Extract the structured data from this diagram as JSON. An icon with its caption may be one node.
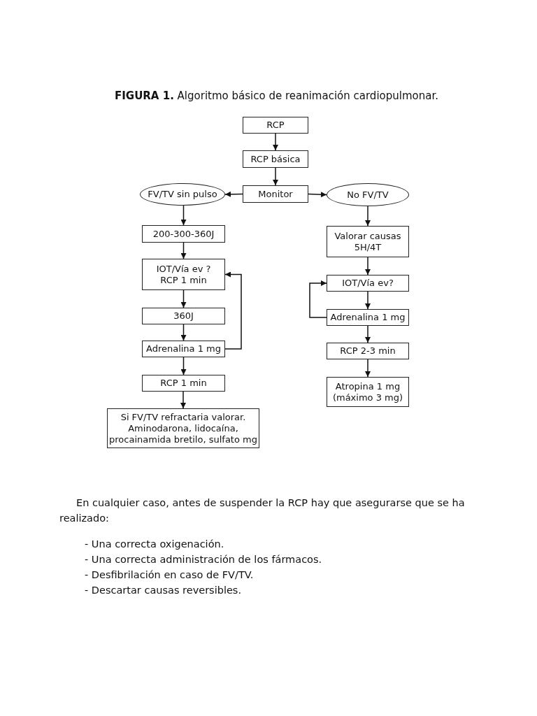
{
  "diagram": {
    "title": "**FIGURA 1.** Algoritmo básico de reanimación cardiopulmonar.",
    "nodes": [
      {
        "text": [
          "RCP"
        ]
      },
      {
        "text": [
          "RCP básica"
        ]
      },
      {
        "text": [
          "Monitor"
        ]
      },
      {
        "text": [
          "FV/TV sin pulso"
        ]
      },
      {
        "text": [
          "No FV/TV"
        ]
      },
      {
        "text": [
          "200-300-360J"
        ]
      },
      {
        "text": [
          "IOT/Vía ev ?",
          "RCP 1 min"
        ]
      },
      {
        "text": [
          "360J"
        ]
      },
      {
        "text": [
          "Adrenalina 1 mg"
        ]
      },
      {
        "text": [
          "RCP 1 min"
        ]
      },
      {
        "text": [
          "Si FV/TV refractaria valorar. Aminodarona, lidocaína, procainamida bretilo, sulfato mg"
        ]
      },
      {
        "text": [
          "Valorar causas 5H/4T"
        ]
      },
      {
        "text": [
          "IOT/Vía ev?"
        ]
      },
      {
        "text": [
          "Adrenalina 1 mg"
        ]
      },
      {
        "text": [
          "RCP 2-3 min"
        ]
      },
      {
        "text": [
          "Atropina 1 mg (máximo 3 mg)"
        ]
      }
    ],
    "edges": [
      {
        "from": 0,
        "to": 1,
        "arrow": "to"
      },
      {
        "from": 1,
        "to": 2,
        "arrow": "to"
      },
      {
        "from": 2,
        "to": 3,
        "arrow": "to"
      },
      {
        "from": 2,
        "to": 4,
        "arrow": "to"
      },
      {
        "from": 3,
        "to": 5,
        "arrow": "to"
      },
      {
        "from": 5,
        "to": 6,
        "arrow": "to"
      },
      {
        "from": 6,
        "to": 7,
        "arrow": "to"
      },
      {
        "from": 7,
        "to": 8,
        "arrow": "to"
      },
      {
        "from": 8,
        "to": 9,
        "arrow": "to"
      },
      {
        "from": 9,
        "to": 10,
        "arrow": "to"
      },
      {
        "from": 8,
        "to": 6,
        "arrow": "to"
      },
      {
        "from": 4,
        "to": 11,
        "arrow": "to"
      },
      {
        "from": 11,
        "to": 12,
        "arrow": "to"
      },
      {
        "from": 12,
        "to": 13,
        "arrow": "to"
      },
      {
        "from": 13,
        "to": 12,
        "arrow": "to"
      },
      {
        "from": 13,
        "to": 14,
        "arrow": "to"
      },
      {
        "from": 14,
        "to": 15,
        "arrow": "to"
      }
    ],
    "labels": [
      "En cualquier caso, antes de suspender la RCP hay que asegurarse que se ha realizado:",
      "- Una correcta oxigenación.",
      "- Una correcta administración de los fármacos.",
      "- Desfibrilación en caso de FV/TV.",
      "- Descartar causas reversibles."
    ]
  }
}
